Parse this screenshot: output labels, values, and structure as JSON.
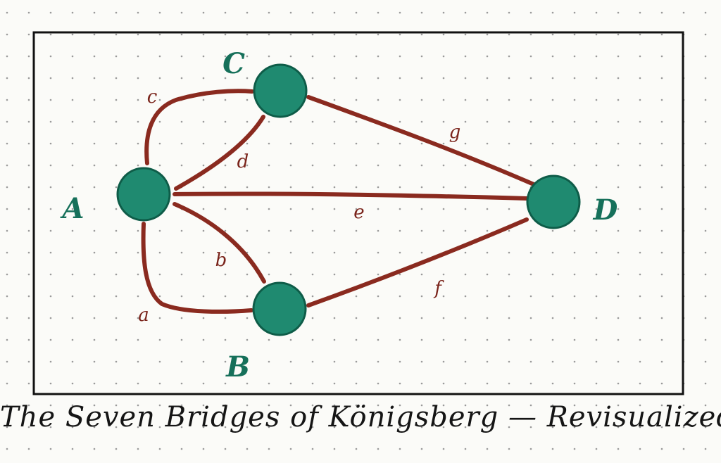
{
  "caption": "The Seven Bridges of Königsberg — Revisualized",
  "colors": {
    "node_fill": "#1f8a70",
    "node_stroke": "#0e5c48",
    "edge": "#8a2a1f",
    "label_node": "#16705a",
    "label_edge": "#7a241b",
    "frame": "#111111",
    "dots": "#9a9a9a"
  },
  "nodes": [
    {
      "id": "A",
      "label": "A"
    },
    {
      "id": "B",
      "label": "B"
    },
    {
      "id": "C",
      "label": "C"
    },
    {
      "id": "D",
      "label": "D"
    }
  ],
  "edges": [
    {
      "id": "a",
      "label": "a",
      "from": "A",
      "to": "B"
    },
    {
      "id": "b",
      "label": "b",
      "from": "A",
      "to": "B"
    },
    {
      "id": "c",
      "label": "c",
      "from": "A",
      "to": "C"
    },
    {
      "id": "d",
      "label": "d",
      "from": "A",
      "to": "C"
    },
    {
      "id": "e",
      "label": "e",
      "from": "A",
      "to": "D"
    },
    {
      "id": "f",
      "label": "f",
      "from": "B",
      "to": "D"
    },
    {
      "id": "g",
      "label": "g",
      "from": "C",
      "to": "D"
    }
  ]
}
